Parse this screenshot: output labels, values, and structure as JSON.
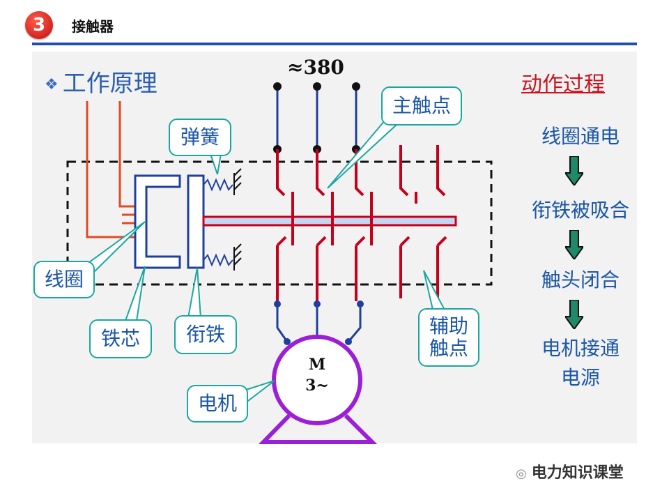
{
  "header": {
    "badge": "3",
    "title": "接触器"
  },
  "section_title": "工作原理",
  "voltage_label": "≈380",
  "labels": {
    "main_contact": "主触点",
    "spring": "弹簧",
    "coil": "线圈",
    "core": "铁芯",
    "armature": "衔铁",
    "aux_contact_1": "辅助",
    "aux_contact_2": "触点",
    "motor": "电机",
    "motor_symbol_1": "M",
    "motor_symbol_2": "3~"
  },
  "process": {
    "title": "动作过程",
    "steps": [
      "线圈通电",
      "衔铁被吸合",
      "触头闭合",
      "电机接通",
      "电源"
    ]
  },
  "watermark": "电力知识课堂",
  "colors": {
    "accent_red": "#c8141e",
    "accent_blue": "#1a56a8",
    "teal": "#1aa7a0",
    "motor": "#9b1fd6",
    "wire_blue": "#1f3f9c",
    "contact_red": "#c4001a"
  }
}
